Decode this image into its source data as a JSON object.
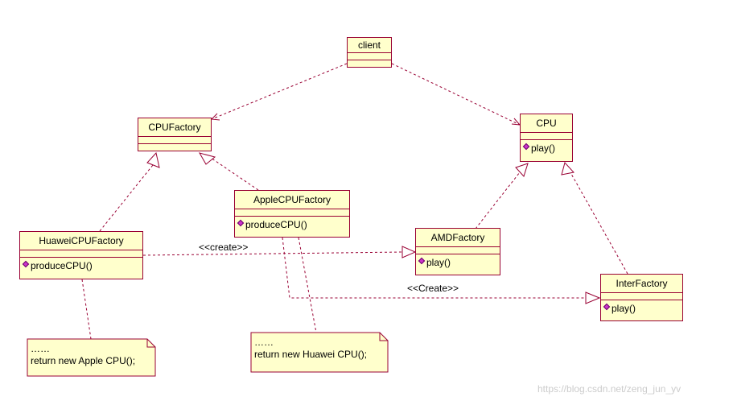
{
  "classes": {
    "client": {
      "name": "client"
    },
    "cpu_factory": {
      "name": "CPUFactory"
    },
    "cpu": {
      "name": "CPU",
      "operation": "play()"
    },
    "apple_cpu_factory": {
      "name": "AppleCPUFactory",
      "operation": "produceCPU()"
    },
    "huawei_cpu_factory": {
      "name": "HuaweiCPUFactory",
      "operation": "produceCPU()"
    },
    "amd_factory": {
      "name": "AMDFactory",
      "operation": "play()"
    },
    "inter_factory": {
      "name": "InterFactory",
      "operation": "play()"
    }
  },
  "notes": {
    "huawei_note": {
      "line1": "……",
      "line2": "return new Apple CPU();"
    },
    "apple_note": {
      "line1": "……",
      "line2": "return new Huawei CPU();"
    }
  },
  "labels": {
    "create_amd": "<<create>>",
    "create_inter": "<<Create>>"
  },
  "watermark": "https://blog.csdn.net/zeng_jun_yv",
  "colors": {
    "class_fill": "#ffffcc",
    "class_border": "#990033",
    "line": "#990033",
    "operation_icon": "#cc33cc"
  }
}
